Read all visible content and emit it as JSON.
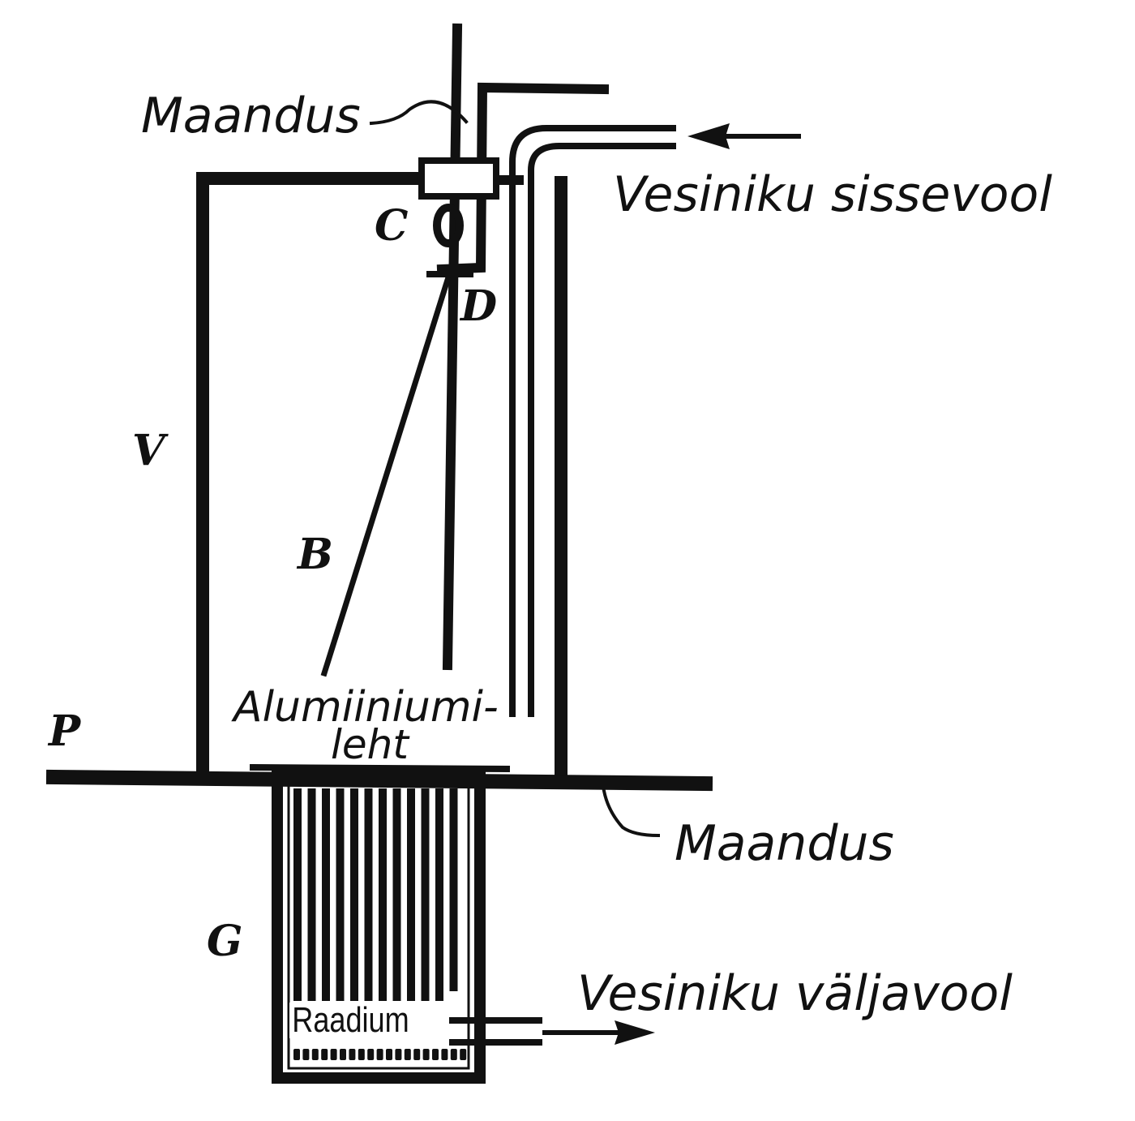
{
  "labels": {
    "ground_top": "Maandus",
    "hydrogen_in": "Vesiniku sissevool",
    "letter_c": "C",
    "letter_d": "D",
    "letter_v": "V",
    "letter_b": "B",
    "letter_p": "P",
    "letter_g": "G",
    "aluminium_line1": "Alumiiniumi-",
    "aluminium_line2": "leht",
    "ground_bottom": "Maandus",
    "radium": "Raadium",
    "hydrogen_out": "Vesiniku väljavool"
  },
  "colors": {
    "ink": "#111111",
    "background": "#ffffff"
  }
}
